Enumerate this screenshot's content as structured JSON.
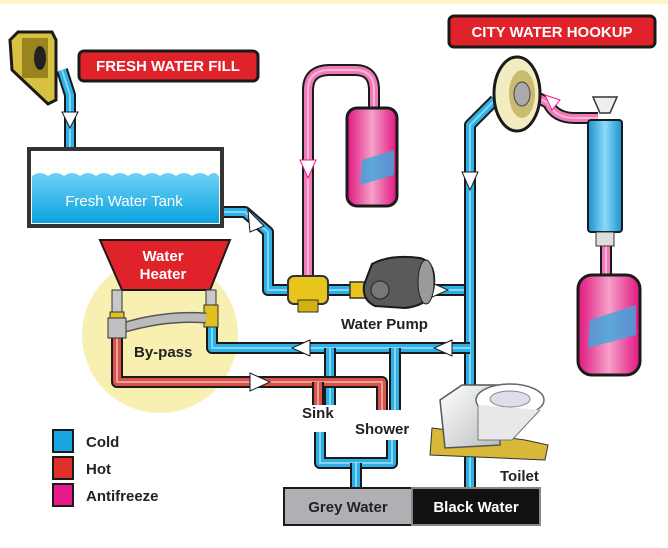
{
  "labels": {
    "fresh_water_fill": "FRESH WATER FILL",
    "city_water_hookup": "CITY WATER HOOKUP",
    "fresh_water_tank": "Fresh Water Tank",
    "water_heater_line1": "Water",
    "water_heater_line2": "Heater",
    "bypass": "By-pass",
    "water_pump": "Water Pump",
    "sink": "Sink",
    "shower": "Shower",
    "toilet": "Toilet",
    "grey_water": "Grey Water",
    "black_water": "Black Water"
  },
  "legend": [
    {
      "label": "Cold",
      "color": "#1aa6e0"
    },
    {
      "label": "Hot",
      "color": "#e0302a"
    },
    {
      "label": "Antifreeze",
      "color": "#e8198b"
    }
  ],
  "colors": {
    "cold": "#2bb0e8",
    "hot": "#d9534a",
    "antifreeze": "#f07ab8",
    "tag_red": "#e0222a",
    "bypass_highlight": "#f7f0b0",
    "top_strip": "#fbf5c8"
  }
}
